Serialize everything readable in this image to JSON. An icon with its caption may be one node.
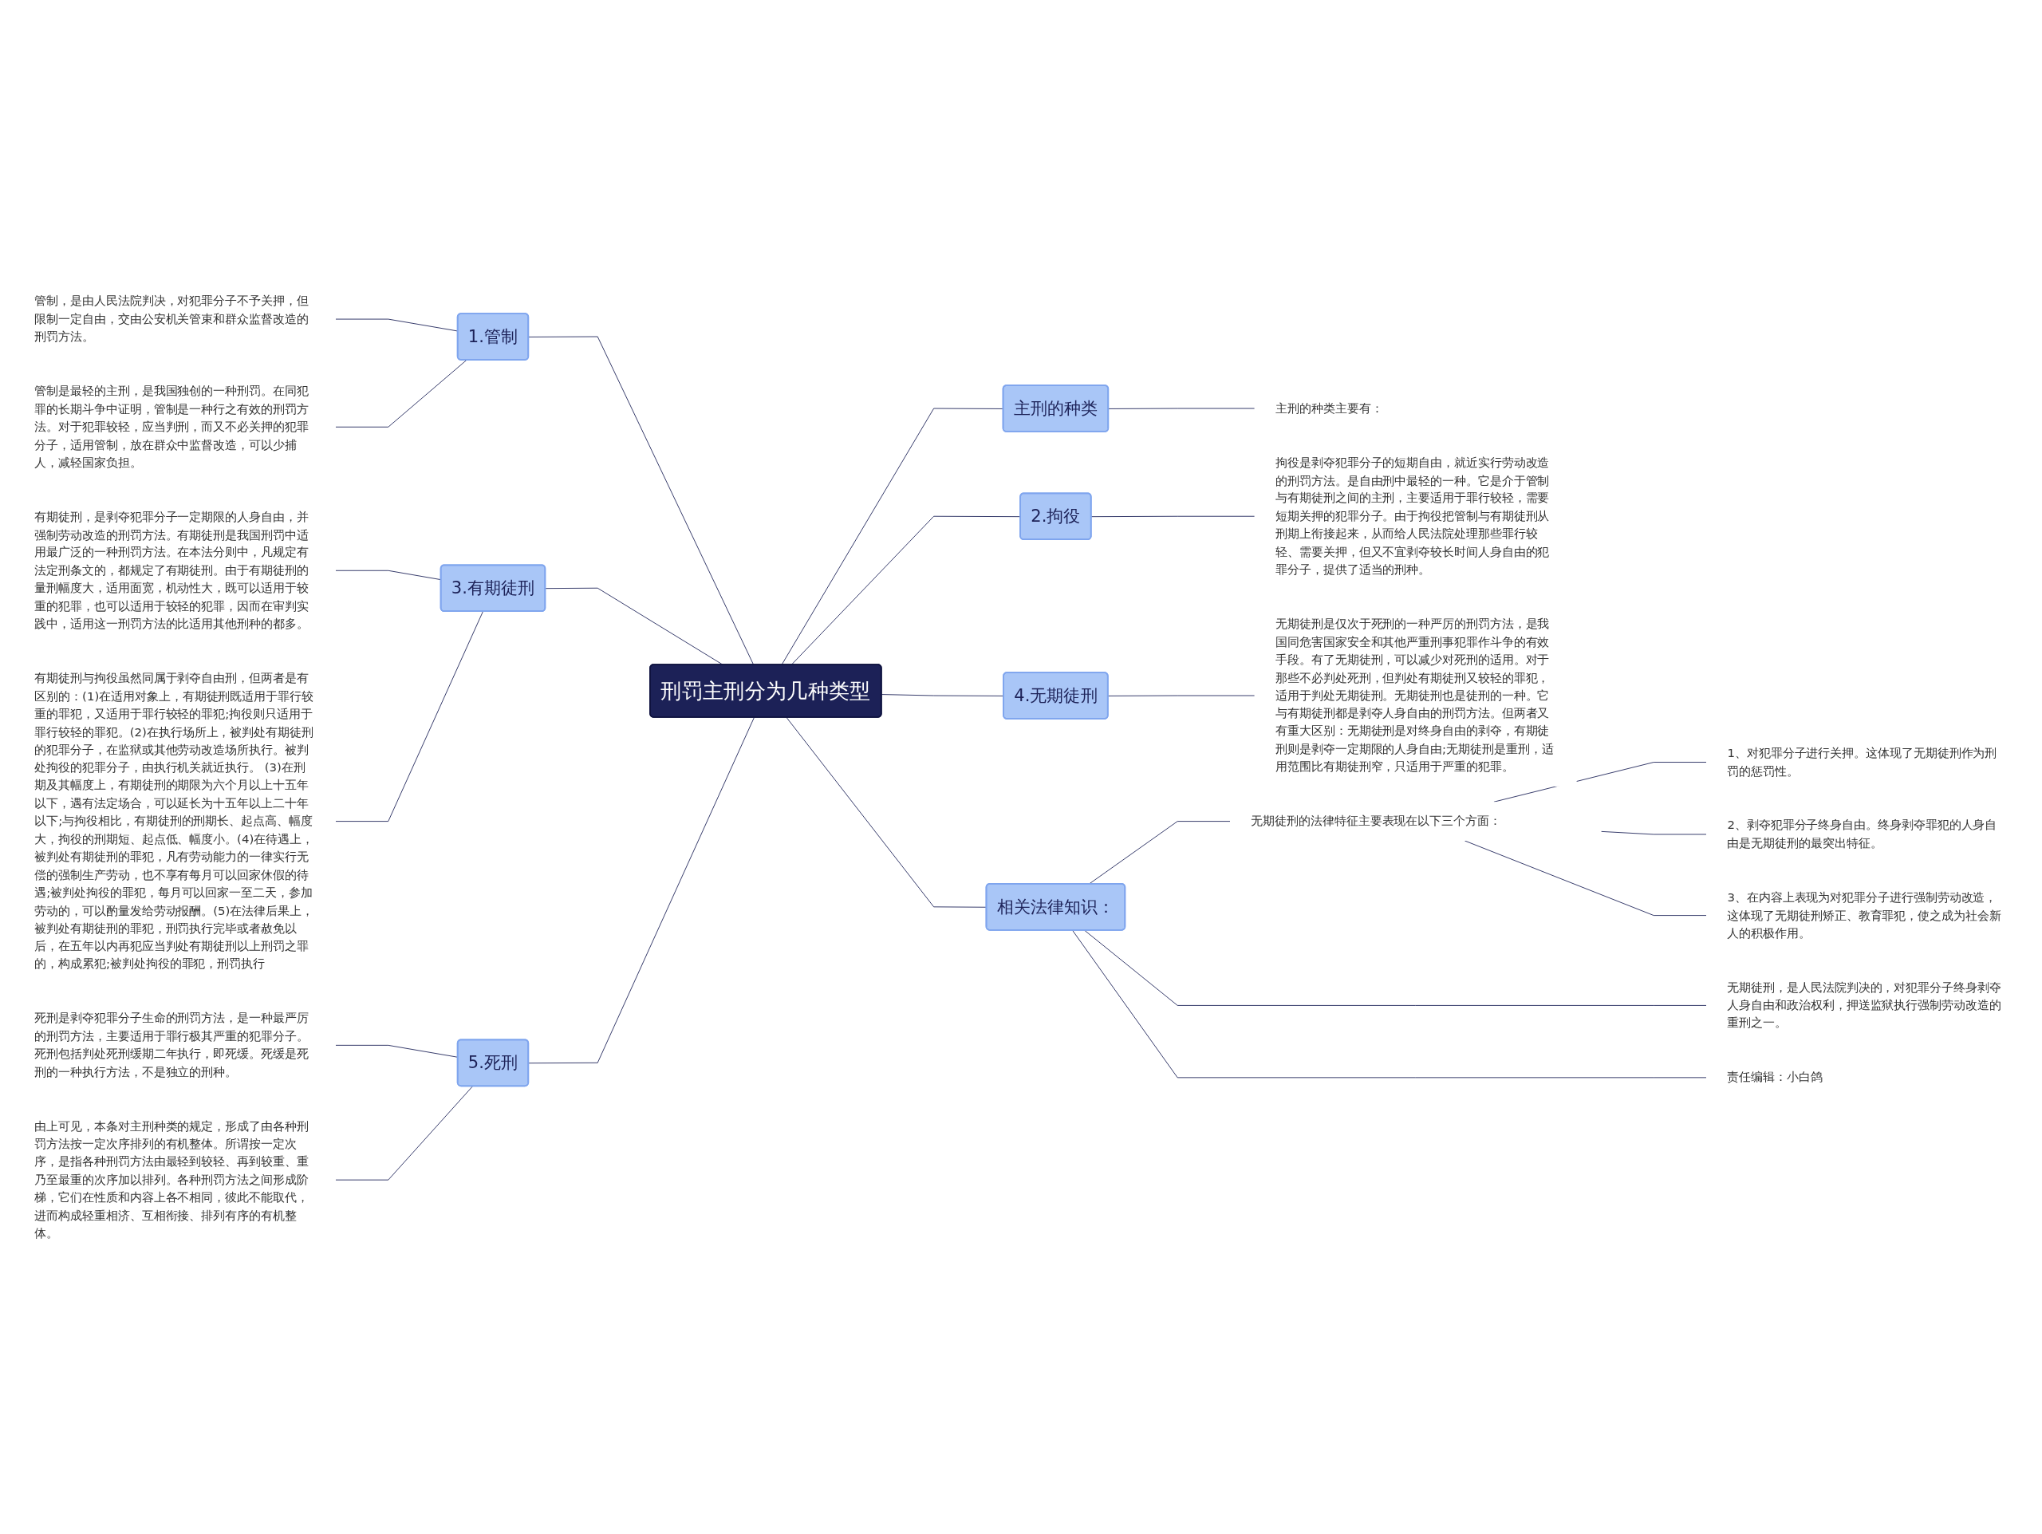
{
  "diagram": {
    "nodes": [
      {
        "text": [
          "刑罚主刑分为几种类型"
        ]
      },
      {
        "text": [
          "1.管制"
        ]
      },
      {
        "text": [
          "管制，是由人民法院判决，对犯罪分子不予关押，但限制一定自由，交由公安机关管束和群众监督改造的刑罚方法。"
        ]
      },
      {
        "text": [
          "管制是最轻的主刑，是我国独创的一种刑罚。在同犯罪的长期斗争中证明，管制是一种行之有效的刑罚方法。对于犯罪较轻，应当判刑，而又不必关押的犯罪分子，适用管制，放在群众中监督改造，可以少捕人，减轻国家负担。"
        ]
      },
      {
        "text": [
          "3.有期徒刑"
        ]
      },
      {
        "text": [
          "有期徒刑，是剥夺犯罪分子一定期限的人身自由，并强制劳动改造的刑罚方法。有期徒刑是我国刑罚中适用最广泛的一种刑罚方法。在本法分则中，凡规定有法定刑条文的，都规定了有期徒刑。由于有期徒刑的量刑幅度大，适用面宽，机动性大，既可以适用于较重的犯罪，也可以适用于较轻的犯罪，因而在审判实践中，适用这一刑罚方法的比适用其他刑种的都多。"
        ]
      },
      {
        "text": [
          "有期徒刑与拘役虽然同属于剥夺自由刑，但两者是有区别的：(1)在适用对象上，有期徒刑既适用于罪行较重的罪犯，又适用于罪行较轻的罪犯;拘役则只适用于罪行较轻的罪犯。(2)在执行场所上，被判处有期徒刑的犯罪分子，在监狱或其他劳动改造场所执行。被判处拘役的犯罪分子，由执行机关就近执行。 (3)在刑期及其幅度上，有期徒刑的期限为六个月以上十五年以下，遇有法定场合，可以延长为十五年以上二十年以下;与拘役相比，有期徒刑的刑期长、起点高、幅度大，拘役的刑期短、起点低、幅度小。(4)在待遇上，被判处有期徒刑的罪犯，凡有劳动能力的一律实行无偿的强制生产劳动，也不享有每月可以回家休假的待遇;被判处拘役的罪犯，每月可以回家一至二天，参加劳动的，可以酌量发给劳动报酬。(5)在法律后果上，被判处有期徒刑的罪犯，刑罚执行完毕或者赦免以后，在五年以内再犯应当判处有期徒刑以上刑罚之罪的，构成累犯;被判处拘役的罪犯，刑罚执行"
        ]
      },
      {
        "text": [
          "5.死刑"
        ]
      },
      {
        "text": [
          "死刑是剥夺犯罪分子生命的刑罚方法，是一种最严厉的刑罚方法，主要适用于罪行极其严重的犯罪分子。死刑包括判处死刑缓期二年执行，即死缓。死缓是死刑的一种执行方法，不是独立的刑种。"
        ]
      },
      {
        "text": [
          "由上可见，本条对主刑种类的规定，形成了由各种刑罚方法按一定次序排列的有机整体。所谓按一定次序，是指各种刑罚方法由最轻到较轻、再到较重、重乃至最重的次序加以排列。各种刑罚方法之间形成阶梯，它们在性质和内容上各不相同，彼此不能取代，进而构成轻重相济、互相衔接、排列有序的有机整体。"
        ]
      },
      {
        "text": [
          "主刑的种类"
        ]
      },
      {
        "text": [
          "主刑的种类主要有："
        ]
      },
      {
        "text": [
          "2.拘役"
        ]
      },
      {
        "text": [
          "拘役是剥夺犯罪分子的短期自由，就近实行劳动改造的刑罚方法。是自由刑中最轻的一种。它是介于管制与有期徒刑之间的主刑，主要适用于罪行较轻，需要短期关押的犯罪分子。由于拘役把管制与有期徒刑从刑期上衔接起来，从而给人民法院处理那些罪行较轻、需要关押，但又不宜剥夺较长时间人身自由的犯罪分子，提供了适当的刑种。"
        ]
      },
      {
        "text": [
          "4.无期徒刑"
        ]
      },
      {
        "text": [
          "无期徒刑是仅次于死刑的一种严厉的刑罚方法，是我国同危害国家安全和其他严重刑事犯罪作斗争的有效手段。有了无期徒刑，可以减少对死刑的适用。对于那些不必判处死刑，但判处有期徒刑又较轻的罪犯，适用于判处无期徒刑。无期徒刑也是徒刑的一种。它与有期徒刑都是剥夺人身自由的刑罚方法。但两者又有重大区别：无期徒刑是对终身自由的剥夺，有期徒刑则是剥夺一定期限的人身自由;无期徒刑是重刑，适用范围比有期徒刑窄，只适用于严重的犯罪。"
        ]
      },
      {
        "text": [
          "相关法律知识："
        ]
      },
      {
        "text": [
          "无期徒刑的法律特征主要表现在以下三个方面："
        ]
      },
      {
        "text": [
          "1、对犯罪分子进行关押。这体现了无期徒刑作为刑罚的惩罚性。"
        ]
      },
      {
        "text": [
          "2、剥夺犯罪分子终身自由。终身剥夺罪犯的人身自由是无期徒刑的最突出特征。"
        ]
      },
      {
        "text": [
          "3、在内容上表现为对犯罪分子进行强制劳动改造，这体现了无期徒刑矫正、教育罪犯，使之成为社会新人的积极作用。"
        ]
      },
      {
        "text": [
          "无期徒刑，是人民法院判决的，对犯罪分子终身剥夺人身自由和政治权利，押送监狱执行强制劳动改造的重刑之一。"
        ]
      },
      {
        "text": [
          "责任编辑：小白鸽"
        ]
      }
    ],
    "edges": [
      {
        "from": 1,
        "to": 0,
        "arrow": "none"
      },
      {
        "from": 2,
        "to": 1,
        "arrow": "none"
      },
      {
        "from": 3,
        "to": 1,
        "arrow": "none"
      },
      {
        "from": 4,
        "to": 0,
        "arrow": "none"
      },
      {
        "from": 5,
        "to": 4,
        "arrow": "none"
      },
      {
        "from": 6,
        "to": 4,
        "arrow": "none"
      },
      {
        "from": 7,
        "to": 0,
        "arrow": "none"
      },
      {
        "from": 8,
        "to": 7,
        "arrow": "none"
      },
      {
        "from": 9,
        "to": 7,
        "arrow": "none"
      },
      {
        "from": 0,
        "to": 10,
        "arrow": "none"
      },
      {
        "from": 10,
        "to": 11,
        "arrow": "none"
      },
      {
        "from": 0,
        "to": 12,
        "arrow": "none"
      },
      {
        "from": 12,
        "to": 13,
        "arrow": "none"
      },
      {
        "from": 0,
        "to": 14,
        "arrow": "none"
      },
      {
        "from": 14,
        "to": 15,
        "arrow": "none"
      },
      {
        "from": 0,
        "to": 16,
        "arrow": "none"
      },
      {
        "from": 16,
        "to": 17,
        "arrow": "none"
      },
      {
        "from": 17,
        "to": 18,
        "arrow": "none"
      },
      {
        "from": 17,
        "to": 19,
        "arrow": "none"
      },
      {
        "from": 17,
        "to": 20,
        "arrow": "none"
      },
      {
        "from": 16,
        "to": 21,
        "arrow": "none"
      },
      {
        "from": 16,
        "to": 22,
        "arrow": "none"
      }
    ]
  }
}
